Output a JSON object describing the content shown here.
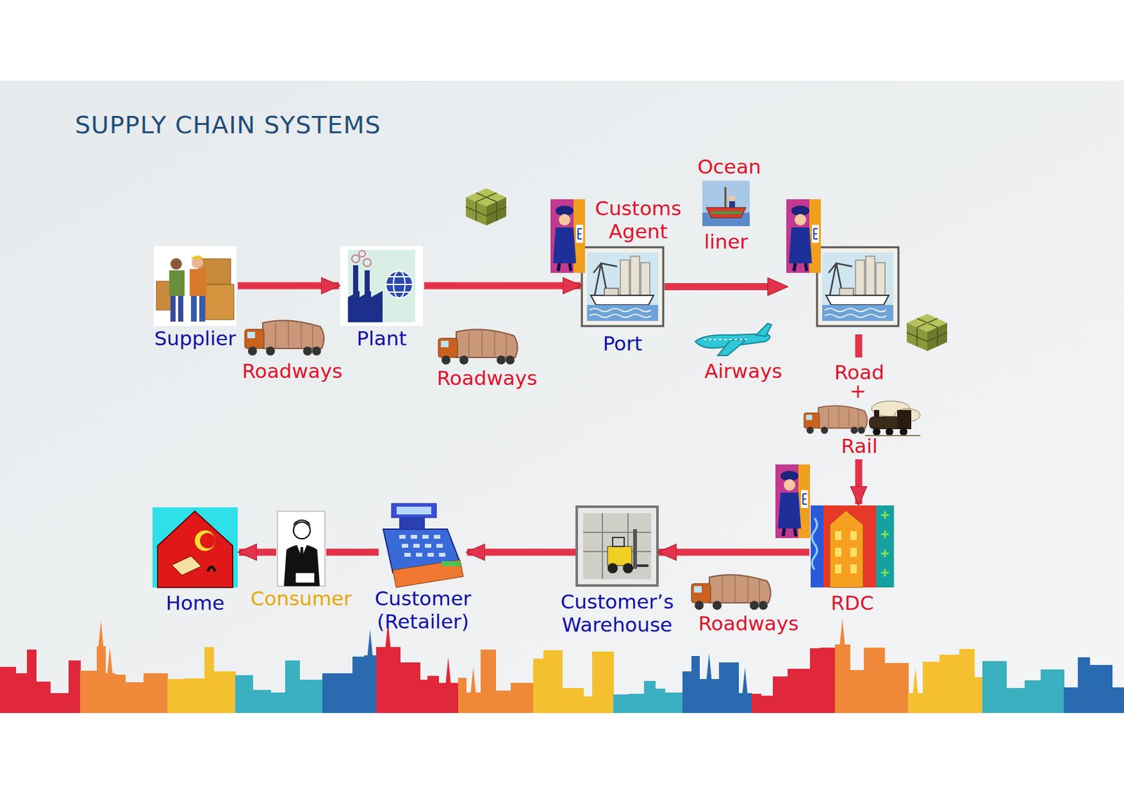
{
  "diagram": {
    "title": "SUPPLY CHAIN SYSTEMS",
    "nodes": [
      {
        "text": [
          "Supplier"
        ]
      },
      {
        "text": [
          "Plant"
        ]
      },
      {
        "text": [
          "Port"
        ]
      },
      {
        "text": [
          "RDC"
        ]
      },
      {
        "text": [
          "Customer’s Warehouse"
        ]
      },
      {
        "text": [
          "Customer (Retailer)"
        ]
      },
      {
        "text": [
          "Consumer"
        ]
      },
      {
        "text": [
          "Home"
        ]
      }
    ],
    "edges": [
      {
        "from": 0,
        "to": 1,
        "arrow": "to",
        "label": "Roadways"
      },
      {
        "from": 1,
        "to": 2,
        "arrow": "to",
        "label": "Roadways"
      },
      {
        "from": 2,
        "to": 3,
        "arrow": "to"
      },
      {
        "from": 3,
        "to": 4,
        "arrow": "to",
        "label": "Roadways"
      },
      {
        "from": 4,
        "to": 5,
        "arrow": "to"
      },
      {
        "from": 5,
        "to": 6,
        "arrow": "none"
      },
      {
        "from": 6,
        "to": 7,
        "arrow": "to"
      }
    ],
    "labels": [
      "Customs Agent",
      "Ocean",
      "liner",
      "Airways",
      "Road",
      "+",
      "Rail"
    ]
  }
}
